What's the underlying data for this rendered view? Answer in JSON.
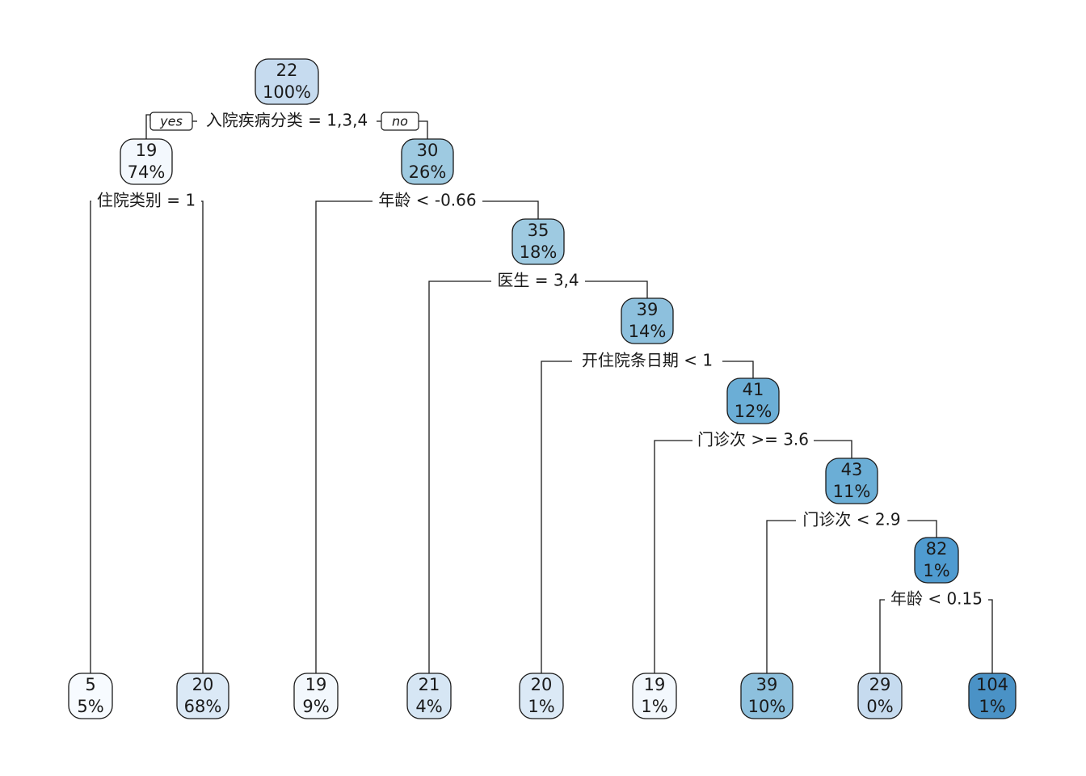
{
  "tree": {
    "branch_labels": {
      "left": "yes",
      "right": "no"
    },
    "nodes": [
      {
        "id": "n1",
        "value": "22",
        "pct": "100%",
        "fill": "#c6dbef"
      },
      {
        "id": "n2",
        "value": "19",
        "pct": "74%",
        "fill": "#f3f8fd"
      },
      {
        "id": "n3",
        "value": "30",
        "pct": "26%",
        "fill": "#9ecae1"
      },
      {
        "id": "n4",
        "value": "5",
        "pct": "5%",
        "fill": "#f7fbff"
      },
      {
        "id": "n5",
        "value": "20",
        "pct": "68%",
        "fill": "#dbe9f6"
      },
      {
        "id": "n6",
        "value": "19",
        "pct": "9%",
        "fill": "#f3f8fd"
      },
      {
        "id": "n7",
        "value": "35",
        "pct": "18%",
        "fill": "#9ecae1"
      },
      {
        "id": "n8",
        "value": "21",
        "pct": "4%",
        "fill": "#d6e6f4"
      },
      {
        "id": "n9",
        "value": "39",
        "pct": "14%",
        "fill": "#8dc0dd"
      },
      {
        "id": "n10",
        "value": "20",
        "pct": "1%",
        "fill": "#dbe9f6"
      },
      {
        "id": "n11",
        "value": "41",
        "pct": "12%",
        "fill": "#6baed6"
      },
      {
        "id": "n12",
        "value": "19",
        "pct": "1%",
        "fill": "#f3f8fd"
      },
      {
        "id": "n13",
        "value": "43",
        "pct": "11%",
        "fill": "#6baed6"
      },
      {
        "id": "n14",
        "value": "39",
        "pct": "10%",
        "fill": "#8dc0dd"
      },
      {
        "id": "n15",
        "value": "82",
        "pct": "1%",
        "fill": "#4f9bd0"
      },
      {
        "id": "n16",
        "value": "29",
        "pct": "0%",
        "fill": "#c6dbef"
      },
      {
        "id": "n17",
        "value": "104",
        "pct": "1%",
        "fill": "#4a92c6"
      }
    ],
    "splits": [
      {
        "id": "s1",
        "label": "入院疾病分类 = 1,3,4"
      },
      {
        "id": "s2",
        "label": "住院类别 = 1"
      },
      {
        "id": "s3",
        "label": "年龄 < -0.66"
      },
      {
        "id": "s4",
        "label": "医生 = 3,4"
      },
      {
        "id": "s5",
        "label": "开住院条日期 < 1"
      },
      {
        "id": "s6",
        "label": "门诊次 >= 3.6"
      },
      {
        "id": "s7",
        "label": "门诊次 < 2.9"
      },
      {
        "id": "s8",
        "label": "年龄 < 0.15"
      }
    ]
  }
}
